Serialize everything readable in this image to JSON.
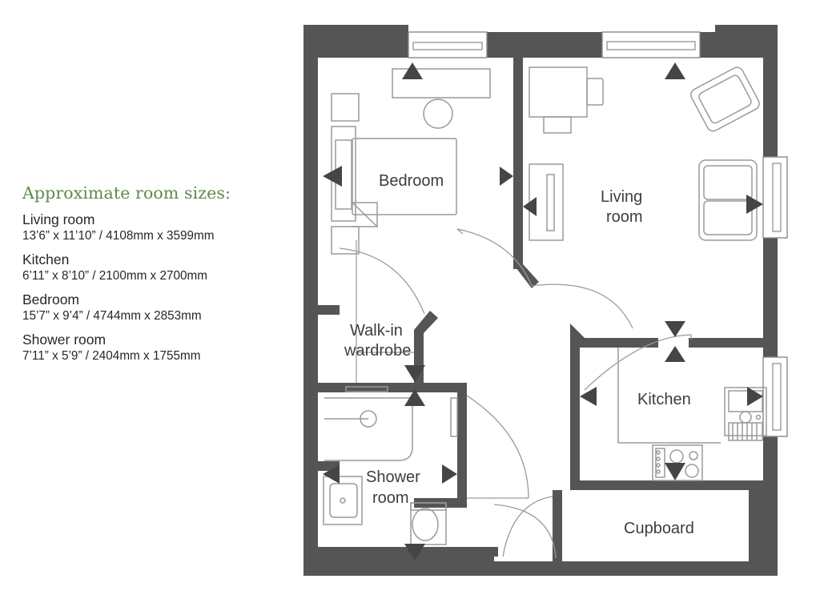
{
  "info_panel": {
    "heading": "Approximate room sizes:",
    "rooms": [
      {
        "name": "Living room",
        "dims": "13’6” x 11’10” / 4108mm x 3599mm"
      },
      {
        "name": "Kitchen",
        "dims": "6’11” x 8’10” / 2100mm x 2700mm"
      },
      {
        "name": "Bedroom",
        "dims": "15’7” x 9’4” / 4744mm x 2853mm"
      },
      {
        "name": "Shower room",
        "dims": "7’11” x 5’9” / 2404mm x 1755mm"
      }
    ]
  },
  "plan": {
    "labels": {
      "bedroom": "Bedroom",
      "living_room_line1": "Living",
      "living_room_line2": "room",
      "walkin_line1": "Walk-in",
      "walkin_line2": "wardrobe",
      "shower_line1": "Shower",
      "shower_line2": "room",
      "kitchen": "Kitchen",
      "cupboard": "Cupboard"
    },
    "colors": {
      "wall": "#555555",
      "furniture_stroke": "#9a9a9a",
      "door_arc": "#9a9a9a",
      "label_text": "#3d3d3d",
      "heading_green": "#5d8a4a",
      "body_text": "#262626",
      "arrow": "#454545",
      "window_frame": "#8a8a8a"
    },
    "fixtures": [
      "bed",
      "bedside-table-left",
      "bedside-table-right",
      "wardrobe",
      "dressing-table",
      "round-stool",
      "dining-table",
      "dining-chair",
      "armchair",
      "sofa",
      "tv-unit",
      "kitchen-sink",
      "kitchen-hob",
      "kitchen-worktop",
      "shower-tray",
      "wash-basin",
      "toilet"
    ],
    "dimension_arrows": [
      "bedroom-width-left",
      "bedroom-width-right",
      "bedroom-depth-top",
      "living-width-left",
      "living-width-right",
      "living-depth-top",
      "kitchen-width-left",
      "kitchen-width-right",
      "kitchen-depth-top",
      "kitchen-depth-bottom",
      "shower-width-left",
      "shower-width-right",
      "shower-depth-top",
      "shower-depth-bottom",
      "wardrobe-depth-bottom"
    ]
  }
}
